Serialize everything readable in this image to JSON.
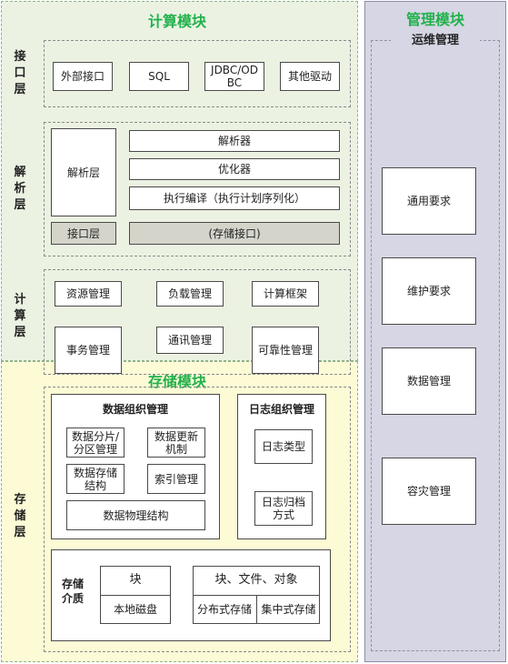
{
  "compute_module": {
    "title": "计算模块",
    "interface_layer": {
      "label": "接\n口\n层",
      "items": [
        "外部接口",
        "SQL",
        "JDBC/OD\nBC",
        "其他驱动"
      ]
    },
    "parse_layer": {
      "label": "解\n析\n层",
      "parser_layer_box": "解析层",
      "interface_box": "接口层",
      "parser": "解析器",
      "optimizer": "优化器",
      "executor": "执行编译（执行计划序列化）",
      "storage_interface": "(存储接口)"
    },
    "compute_layer": {
      "label": "计\n算\n层",
      "items": [
        "资源管理",
        "负载管理",
        "计算框架",
        "事务管理",
        "通讯管理",
        "可靠性管理"
      ]
    }
  },
  "storage_module": {
    "title": "存储模块",
    "layer_label": "存\n储\n层",
    "data_org": {
      "title": "数据组织管理",
      "items": [
        "数据分片/\n分区管理",
        "数据更新\n机制",
        "数据存储\n结构",
        "索引管理",
        "数据物理结构"
      ]
    },
    "log_org": {
      "title": "日志组织管理",
      "items": [
        "日志类型",
        "日志归档\n方式"
      ]
    },
    "media": {
      "label": "存储\n介质",
      "block": "块",
      "local_disk": "本地磁盘",
      "block_file_object": "块、文件、对象",
      "distributed": "分布式存储",
      "centralized": "集中式存储"
    }
  },
  "manage_module": {
    "title": "管理模块",
    "ops_label": "运维管理",
    "items": [
      "通用要求",
      "维护要求",
      "数据管理",
      "容灾管理"
    ]
  },
  "colors": {
    "title_green": "#22b14c",
    "compute_bg": "#ebf2e2",
    "storage_bg": "#fdfbd6",
    "manage_bg": "#d6d6e4"
  }
}
